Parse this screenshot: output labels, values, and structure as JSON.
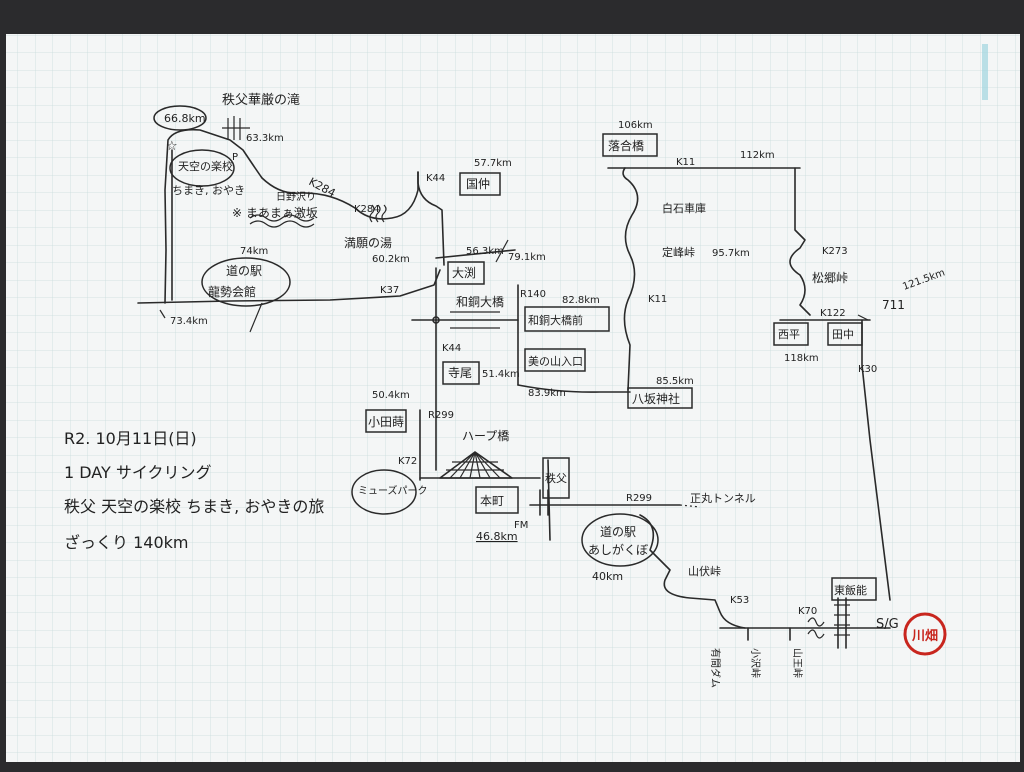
{
  "colors": {
    "paper": "#f4f6f6",
    "grid": "#c9dcdc",
    "ink": "#222222",
    "stamp": "#c8261e",
    "background": "#2b2b2d"
  },
  "notes": {
    "line1": "R2. 10月11日(日)",
    "line2": "1 DAY サイクリング",
    "line3": "秩父  天空の楽校  ちまき, おやきの旅",
    "line4": "ざっくり  140km"
  },
  "labels": {
    "waterfall": "秩父華厳の滝",
    "km668": "66.8km",
    "star": "☆",
    "tenku": "天空の楽校",
    "chimaki": "ちまき, おやき",
    "km633": "63.3km",
    "parking": "P",
    "hinozawa": "日野沢り",
    "k284a": "K284",
    "gekisaka": "※ まあまぁ激坂",
    "k284b": "K284",
    "mangan": "満願の湯",
    "km602": "60.2km",
    "km74": "74km",
    "michinoeki1": "道の駅",
    "ryusei": "龍勢会館",
    "k37": "K37",
    "km734": "73.4km",
    "k44a": "K44",
    "kunaka": "国仲",
    "km577": "57.7km",
    "km563": "56.3km",
    "km791": "79.1km",
    "ooshi": "大渕",
    "wado1": "和銅大橋",
    "r140": "R140",
    "km828": "82.8km",
    "wado2": "和銅大橋前",
    "minoyama": "美の山入口",
    "km839": "83.9km",
    "k44b": "K44",
    "teramae": "寺尾",
    "km514": "51.4km",
    "km504": "50.4km",
    "odamae": "小田蒔",
    "r299a": "R299",
    "harp": "ハープ橋",
    "k72": "K72",
    "muse": "ミューズパーク",
    "honmachi": "本町",
    "chichibu": "秩父",
    "km468": "46.8km",
    "fm": "FM",
    "r299b": "R299",
    "shomaru": "正丸トンネル",
    "michinoeki2": "道の駅",
    "ashigakubo": "あしがくぼ",
    "km40": "40km",
    "yamabushi": "山伏峠",
    "k53": "K53",
    "k70": "K70",
    "aritoma": "有間ダム",
    "kosawa": "小沢峠",
    "sanno": "山王峠",
    "higashihanno": "東飯能",
    "sg": "S/G",
    "k30": "K30",
    "tanaka": "田中",
    "nishihira": "西平",
    "km118": "118km",
    "k122": "K122",
    "r711": "711",
    "km1215": "121.5km",
    "matsugou": "松郷峠",
    "k273": "K273",
    "k11a": "K11",
    "km112": "112km",
    "ochiai": "落合橋",
    "km106": "106km",
    "shiraishi": "白石車庫",
    "sadamine": "定峰峠",
    "km957": "95.7km",
    "k11b": "K11",
    "km855": "85.5km",
    "yasaka": "八坂神社",
    "stamp": "川畑"
  }
}
